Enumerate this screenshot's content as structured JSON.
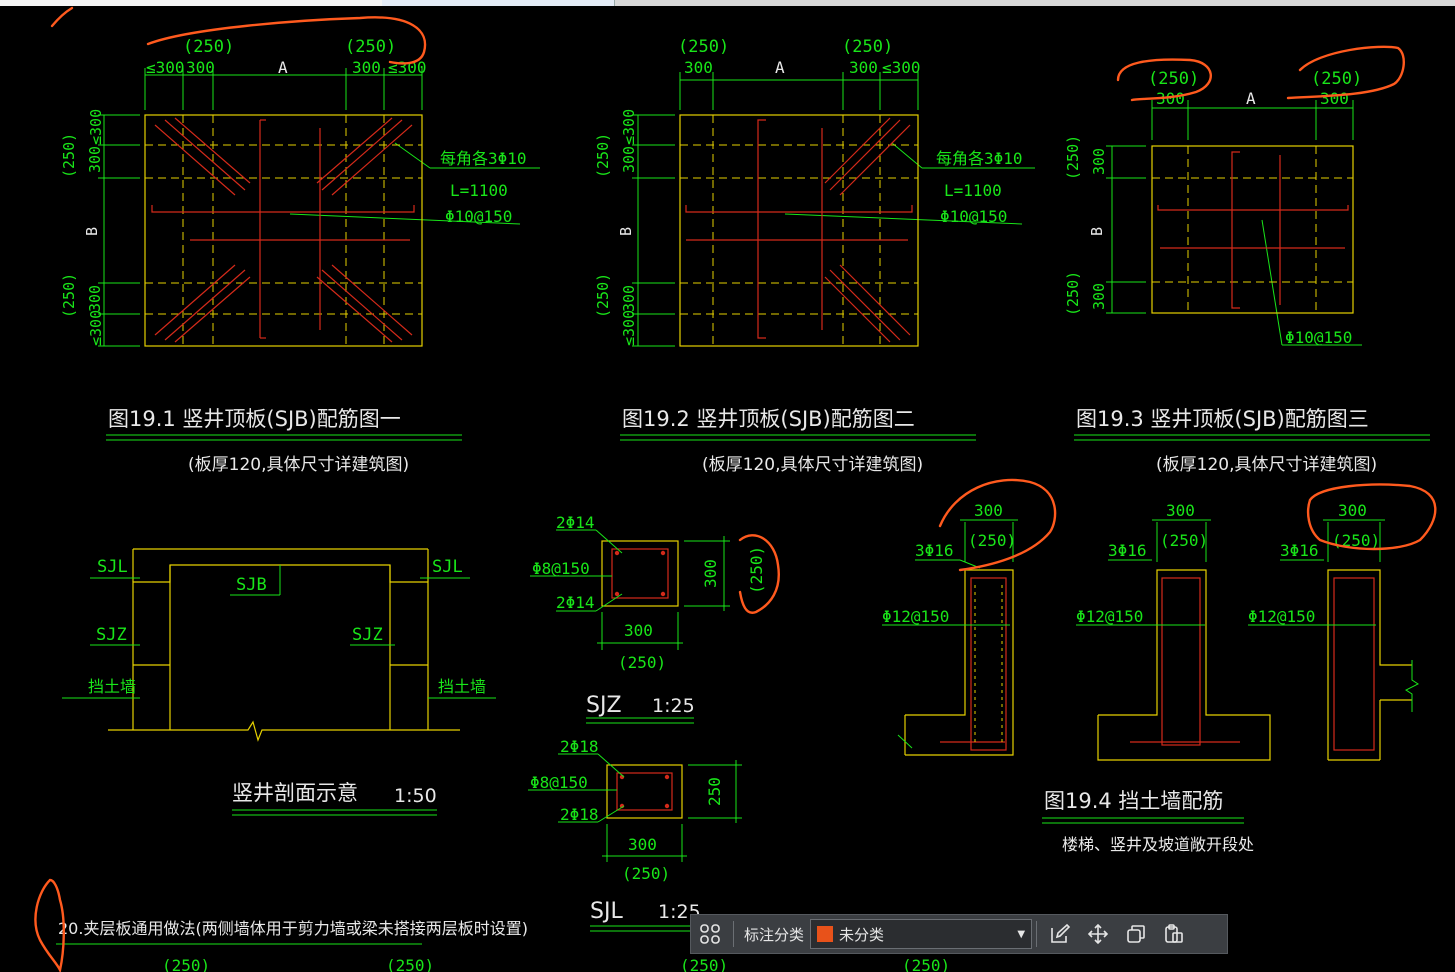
{
  "colors": {
    "background": "#000000",
    "dim": "#19e519",
    "wall": "#e5d000",
    "rebar": "#d42a1a",
    "hidden": "#e5d000",
    "annot": "#ff5a1e",
    "text": "#e8e8e8"
  },
  "fig1": {
    "dims_top": [
      "(250)",
      "(250)",
      "≤300",
      "300",
      "A",
      "300",
      "≤300"
    ],
    "dims_left": [
      "≤300",
      "(250)",
      "300",
      "B",
      "(250)",
      "300",
      "≤300"
    ],
    "labels": [
      "每角各3Φ10",
      "L=1100",
      "Φ10@150"
    ]
  },
  "fig2": {
    "dims_top": [
      "(250)",
      "(250)",
      "300",
      "A",
      "300",
      "≤300"
    ],
    "dims_left": [
      "≤300",
      "(250)",
      "300",
      "B",
      "(250)",
      "300",
      "≤300"
    ],
    "labels": [
      "每角各3Φ10",
      "L=1100",
      "Φ10@150"
    ]
  },
  "fig3": {
    "dims_top": [
      "(250)",
      "(250)",
      "300",
      "A",
      "300"
    ],
    "dims_left": [
      "(250)",
      "300",
      "B",
      "(250)",
      "300"
    ],
    "labels": [
      "Φ10@150"
    ]
  },
  "titles": {
    "fig1": "图19.1  竖井顶板(SJB)配筋图一",
    "fig2": "图19.2  竖井顶板(SJB)配筋图二",
    "fig3": "图19.3  竖井顶板(SJB)配筋图三",
    "sub": "(板厚120,具体尺寸详建筑图)",
    "section": "竖井剖面示意",
    "section_scale": "1:50",
    "sjz": "SJZ",
    "sjz_scale": "1:25",
    "sjl": "SJL",
    "sjl_scale": "1:25",
    "fig4": "图19.4  挡土墙配筋",
    "fig4_sub": "楼梯、竖井及坡道敞开段处",
    "note20": "20.夹层板通用做法(两侧墙体用于剪力墙或梁未搭接两层板时设置)"
  },
  "section_labels": {
    "sjl": "SJL",
    "sjb": "SJB",
    "sjz": "SJZ",
    "wall": "挡土墙"
  },
  "sjz_detail": {
    "top": "2Φ14",
    "stirrup": "Φ8@150",
    "bottom": "2Φ14",
    "width": "300",
    "width_alt": "(250)",
    "height": "300",
    "height_alt": "(250)"
  },
  "sjl_detail": {
    "top": "2Φ18",
    "stirrup": "Φ8@150",
    "bottom": "2Φ18",
    "width": "300",
    "width_alt": "(250)",
    "height": "250"
  },
  "wall_detail": {
    "thick": "300",
    "thick_alt": "(250)",
    "vert": "3Φ16",
    "horiz": "Φ12@150"
  },
  "bottom_dims": [
    "(250)",
    "(250)",
    "(250)",
    "(250)"
  ],
  "toolbar": {
    "grid_icon": "grid-icon",
    "label": "标注分类",
    "selected": "未分类",
    "selected_color": "#e8521a",
    "tools": [
      "edit-icon",
      "move-icon",
      "copy-icon",
      "paste-icon"
    ]
  }
}
